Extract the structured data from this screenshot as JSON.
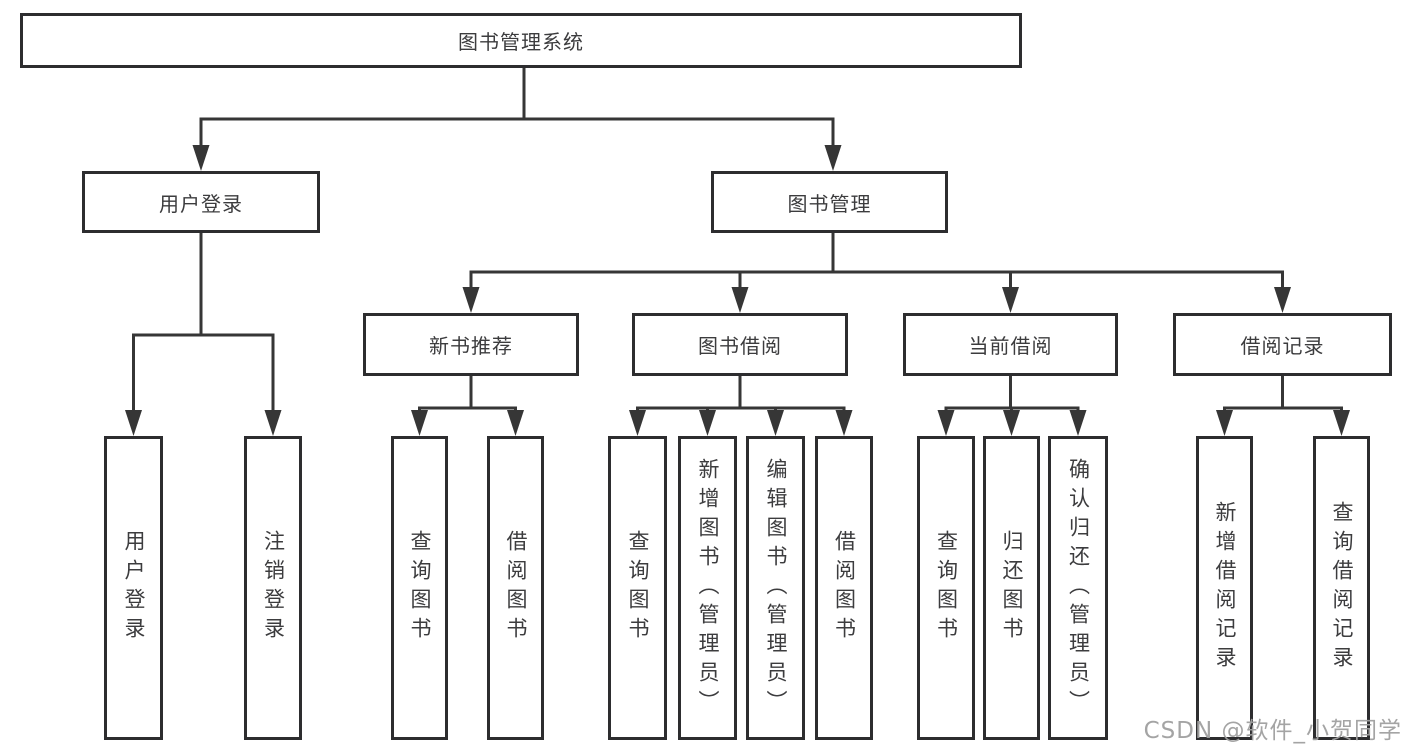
{
  "colors": {
    "line": "#363636",
    "border": "#2d2d2f",
    "text": "#3c3c3e",
    "background": "#ffffff",
    "watermark": "#a0a0a0"
  },
  "tree": {
    "label": "图书管理系统",
    "children": [
      {
        "label": "用户登录",
        "children": [
          {
            "label": "用户登录"
          },
          {
            "label": "注销登录"
          }
        ]
      },
      {
        "label": "图书管理",
        "children": [
          {
            "label": "新书推荐",
            "children": [
              {
                "label": "查询图书"
              },
              {
                "label": "借阅图书"
              }
            ]
          },
          {
            "label": "图书借阅",
            "children": [
              {
                "label": "查询图书"
              },
              {
                "label": "新增图书（管理员）"
              },
              {
                "label": "编辑图书（管理员）"
              },
              {
                "label": "借阅图书"
              }
            ]
          },
          {
            "label": "当前借阅",
            "children": [
              {
                "label": "查询图书"
              },
              {
                "label": "归还图书"
              },
              {
                "label": "确认归还（管理员）"
              }
            ]
          },
          {
            "label": "借阅记录",
            "children": [
              {
                "label": "新增借阅记录"
              },
              {
                "label": "查询借阅记录"
              }
            ]
          }
        ]
      }
    ]
  },
  "watermark": {
    "text": "CSDN @软件_小贺同学"
  }
}
